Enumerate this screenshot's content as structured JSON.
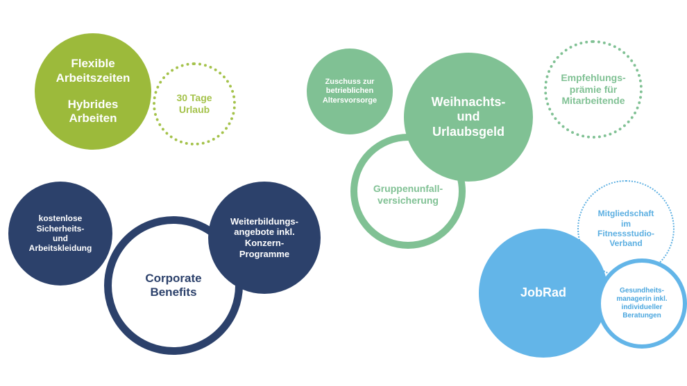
{
  "colors": {
    "lime": "#9cba3b",
    "green": "#80c194",
    "navy": "#2c416b",
    "blue": "#63b5e8"
  },
  "bubbles": {
    "flexible": {
      "line1": "Flexible",
      "line2": "Arbeitszeiten",
      "line3": "Hybrides",
      "line4": "Arbeiten"
    },
    "urlaub": {
      "line1": "30 Tage",
      "line2": "Urlaub"
    },
    "zuschuss": {
      "line1": "Zuschuss zur",
      "line2": "betrieblichen",
      "line3": "Altersvorsorge"
    },
    "gruppen": {
      "line1": "Gruppenunfall-",
      "line2": "versicherung"
    },
    "weihnacht": {
      "line1": "Weihnachts-",
      "line2": "und",
      "line3": "Urlaubsgeld"
    },
    "empfehlung": {
      "line1": "Empfehlungs-",
      "line2": "prämie für",
      "line3": "Mitarbeitende"
    },
    "kleidung": {
      "line1": "kostenlose",
      "line2": "Sicherheits-",
      "line3": "und",
      "line4": "Arbeitskleidung"
    },
    "corporate": {
      "line1": "Corporate",
      "line2": "Benefits"
    },
    "weiterbildung": {
      "line1": "Weiterbildungs-",
      "line2": "angebote inkl.",
      "line3": "Konzern-",
      "line4": "Programme"
    },
    "mitglied": {
      "line1": "Mitgliedschaft",
      "line2": "im",
      "line3": "Fitnessstudio-",
      "line4": "Verband"
    },
    "jobrad": {
      "line1": "JobRad"
    },
    "gesund": {
      "line1": "Gesundheits-",
      "line2": "managerin inkl.",
      "line3": "individueller",
      "line4": "Beratungen"
    }
  }
}
